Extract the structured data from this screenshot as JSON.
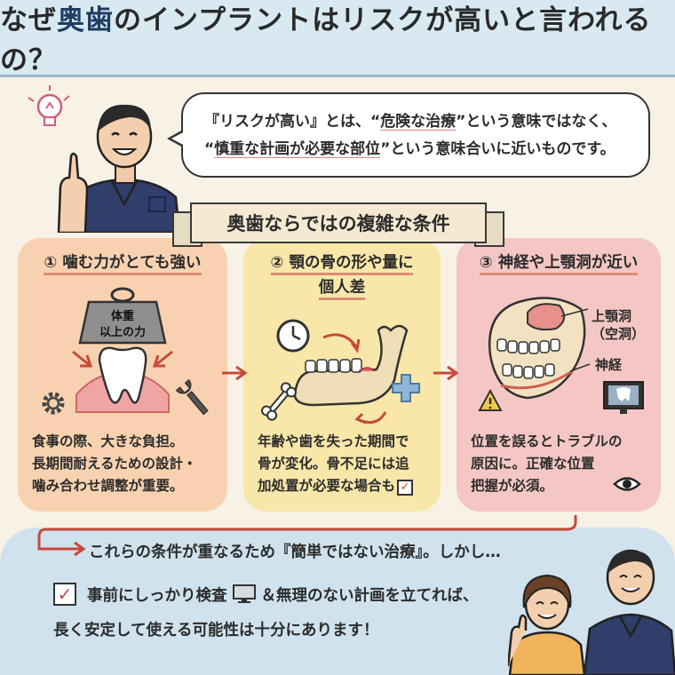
{
  "title": {
    "pre": "なぜ",
    "highlight": "奥歯",
    "post": "のインプラントはリスクが高いと言われるの？"
  },
  "speech": {
    "line1_a": "『リスクが高い』とは、“",
    "line1_b": "危険な治療",
    "line1_c": "”という意味ではなく、",
    "line2_a": "“",
    "line2_b": "慎重な計画が必要な部位",
    "line2_c": "”という意味合いに近いものです。"
  },
  "ribbon": "奥歯ならではの複雑な条件",
  "cards": [
    {
      "heading": "① 噛む力がとても強い",
      "weight_label_1": "体重",
      "weight_label_2": "以上の力",
      "body_1": "食事の際、大きな負担。",
      "body_2": "長期間耐えるための設計・",
      "body_3": "噛み合わせ調整が重要。"
    },
    {
      "heading_1": "② 顎の骨の形や量に",
      "heading_2": "個人差",
      "body_1": "年齢や歯を失った期間で",
      "body_2": "骨が変化。骨不足には追",
      "body_3": "加処置が必要な場合も"
    },
    {
      "heading": "③ 神経や上顎洞が近い",
      "label_sinus_1": "上顎洞",
      "label_sinus_2": "（空洞）",
      "label_nerve": "神経",
      "body_1": "位置を誤るとトラブルの",
      "body_2": "原因に。正確な位置",
      "body_3": "把握が必須。"
    }
  ],
  "bottom": {
    "line1": "これらの条件が重なるため『簡単ではない治療』。しかし…",
    "line2_a": "事前にしっかり検査",
    "line2_b": "＆無理のない計画を立てれば、",
    "line3": "長く安定して使える可能性は十分にあります！"
  },
  "colors": {
    "title_bg": "#d8e9f1",
    "card1": "#f8d2b0",
    "card2": "#f8e7a8",
    "card3": "#f4c7c4",
    "bottom_bg": "#cfe2ed",
    "accent_red": "#c64a3a"
  }
}
